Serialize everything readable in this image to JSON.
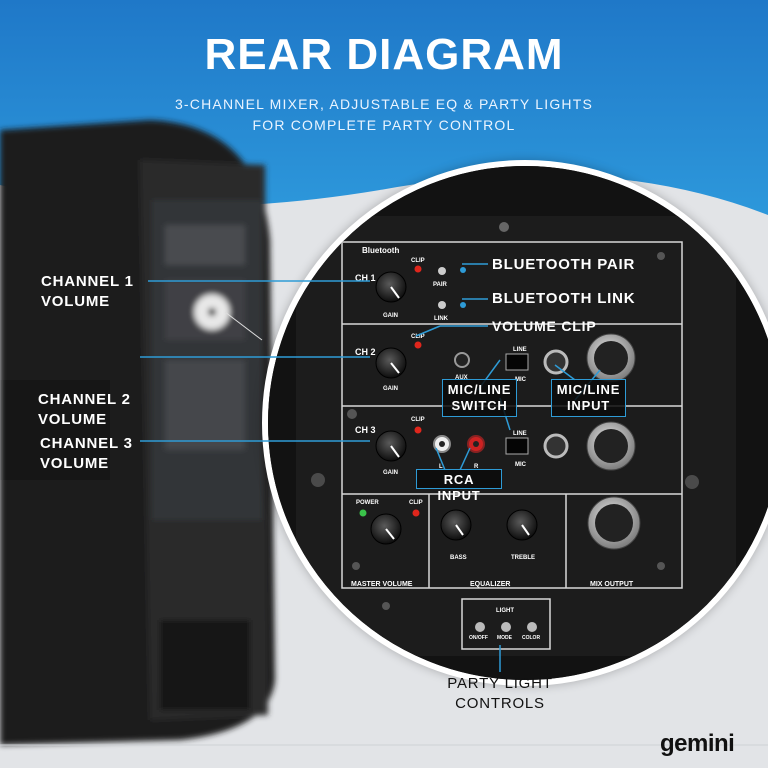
{
  "header": {
    "title": "REAR DIAGRAM",
    "subtitle_line1": "3-CHANNEL MIXER, ADJUSTABLE EQ & PARTY LIGHTS",
    "subtitle_line2": "FOR COMPLETE PARTY CONTROL"
  },
  "callouts": {
    "ch1_volume": [
      "CHANNEL 1",
      "VOLUME"
    ],
    "ch2_volume": [
      "CHANNEL 2",
      "VOLUME"
    ],
    "ch3_volume": [
      "CHANNEL 3",
      "VOLUME"
    ],
    "bluetooth_pair": "BLUETOOTH PAIR",
    "bluetooth_link": "BLUETOOTH LINK",
    "volume_clip": "VOLUME CLIP",
    "mic_line_switch": [
      "MIC/LINE",
      "SWITCH"
    ],
    "mic_line_input": [
      "MIC/LINE",
      "INPUT"
    ],
    "rca_input": "RCA INPUT",
    "party_light_controls": [
      "PARTY LIGHT",
      "CONTROLS"
    ]
  },
  "panel": {
    "bluetooth_logo": "Bluetooth",
    "ch1": "CH 1",
    "ch2": "CH 2",
    "ch3": "CH 3",
    "gain": "GAIN",
    "clip": "CLIP",
    "pair": "PAIR",
    "link": "LINK",
    "aux": "AUX",
    "line": "LINE",
    "mic": "MIC",
    "rca_l": "L",
    "rca_r": "R",
    "power": "POWER",
    "bass": "BASS",
    "treble": "TREBLE",
    "master_volume": "MASTER VOLUME",
    "equalizer": "EQUALIZER",
    "mix_output": "MIX OUTPUT",
    "light": "LIGHT",
    "on_off": "ON/OFF",
    "mode": "MODE",
    "color": "COLOR"
  },
  "brand": {
    "logo": "gemini",
    "accent": "#2e9bd6",
    "clip_led": "#e0261c",
    "power_led": "#3ac24a"
  }
}
